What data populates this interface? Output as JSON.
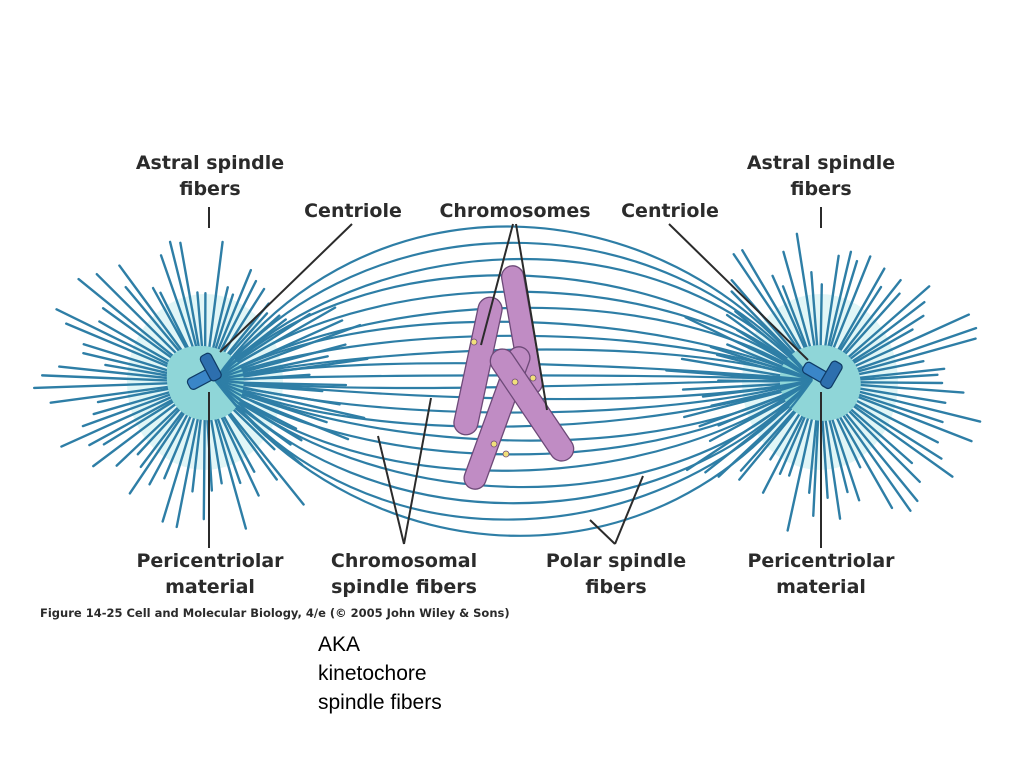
{
  "labels": {
    "astral_left": [
      "Astral spindle",
      "fibers"
    ],
    "astral_right": [
      "Astral spindle",
      "fibers"
    ],
    "centriole_left": "Centriole",
    "centriole_right": "Centriole",
    "chromosomes": "Chromosomes",
    "pericentriolar_left": [
      "Pericentriolar",
      "material"
    ],
    "pericentriolar_right": [
      "Pericentriolar",
      "material"
    ],
    "chromosomal_fibers": [
      "Chromosomal",
      "spindle fibers"
    ],
    "polar_fibers": [
      "Polar spindle",
      "fibers"
    ]
  },
  "caption": "Figure 14-25  Cell and Molecular Biology, 4/e (© 2005 John Wiley & Sons)",
  "note": [
    "AKA",
    "kinetochore",
    "spindle fibers"
  ],
  "colors": {
    "fiber": "#2e7ea6",
    "pericentriolar": "#8fd6d8",
    "glow": "#c9eef0",
    "chromosome": "#c08cc4",
    "chromosome_outline": "#6d4a78",
    "centriole": "#3a86c8",
    "leader_line": "#2b2b2b",
    "label_text": "#2b2b2b"
  }
}
